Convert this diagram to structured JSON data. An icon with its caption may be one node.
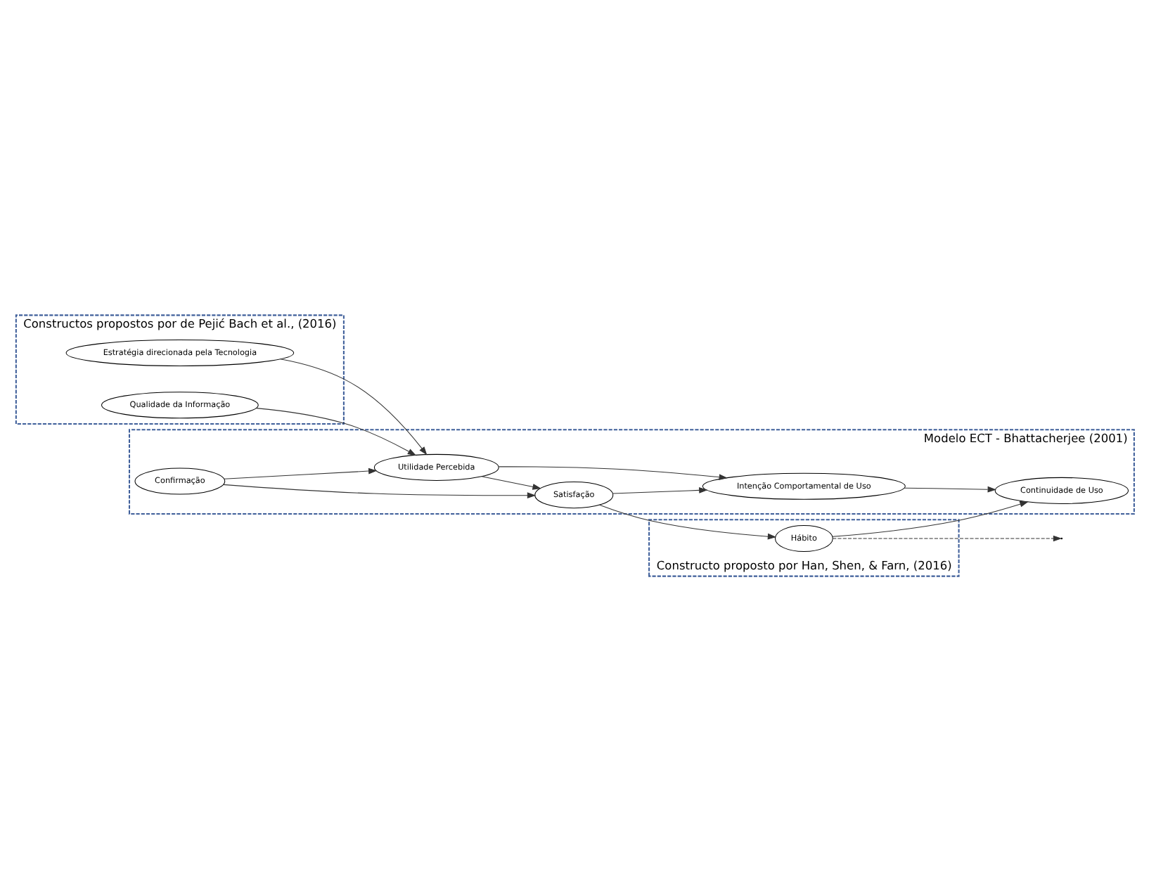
{
  "diagram": {
    "nodes": [
      {
        "text": [
          "Constructos propostos por de Pejić Bach et al., (2016)"
        ]
      },
      {
        "text": [
          "Estratégia direcionada pela Tecnologia"
        ],
        "in": 0
      },
      {
        "text": [
          "Qualidade da Informação"
        ],
        "in": 0
      },
      {
        "text": [
          "Modelo ECT - Bhattacherjee (2001)"
        ]
      },
      {
        "text": [
          "Utilidade Percebida"
        ],
        "in": 3
      },
      {
        "text": [
          "Confirmação"
        ],
        "in": 3
      },
      {
        "text": [
          "Satisfação"
        ],
        "in": 3
      },
      {
        "text": [
          "Intenção Comportamental de Uso"
        ],
        "in": 3
      },
      {
        "text": [
          "Continuidade de Uso"
        ],
        "in": 3
      },
      {
        "text": [
          "Constructo proposto por Han, Shen, & Farn, (2016)"
        ]
      },
      {
        "text": [
          "Hábito"
        ],
        "in": 9
      }
    ],
    "edges": [
      {
        "from": 1,
        "to": 4,
        "arrow": "to"
      },
      {
        "from": 2,
        "to": 4,
        "arrow": "to"
      },
      {
        "from": 5,
        "to": 4,
        "arrow": "to"
      },
      {
        "from": 4,
        "to": 6,
        "arrow": "to"
      },
      {
        "from": 4,
        "to": 7,
        "arrow": "to"
      },
      {
        "from": 5,
        "to": 6,
        "arrow": "to"
      },
      {
        "from": 6,
        "to": 7,
        "arrow": "to"
      },
      {
        "from": 7,
        "to": 8,
        "arrow": "to"
      },
      {
        "from": 6,
        "to": 10,
        "arrow": "to"
      },
      {
        "from": 10,
        "to": null,
        "arrow": "to",
        "style": "dashed"
      },
      {
        "from": 10,
        "to": 8,
        "arrow": "to"
      }
    ]
  }
}
